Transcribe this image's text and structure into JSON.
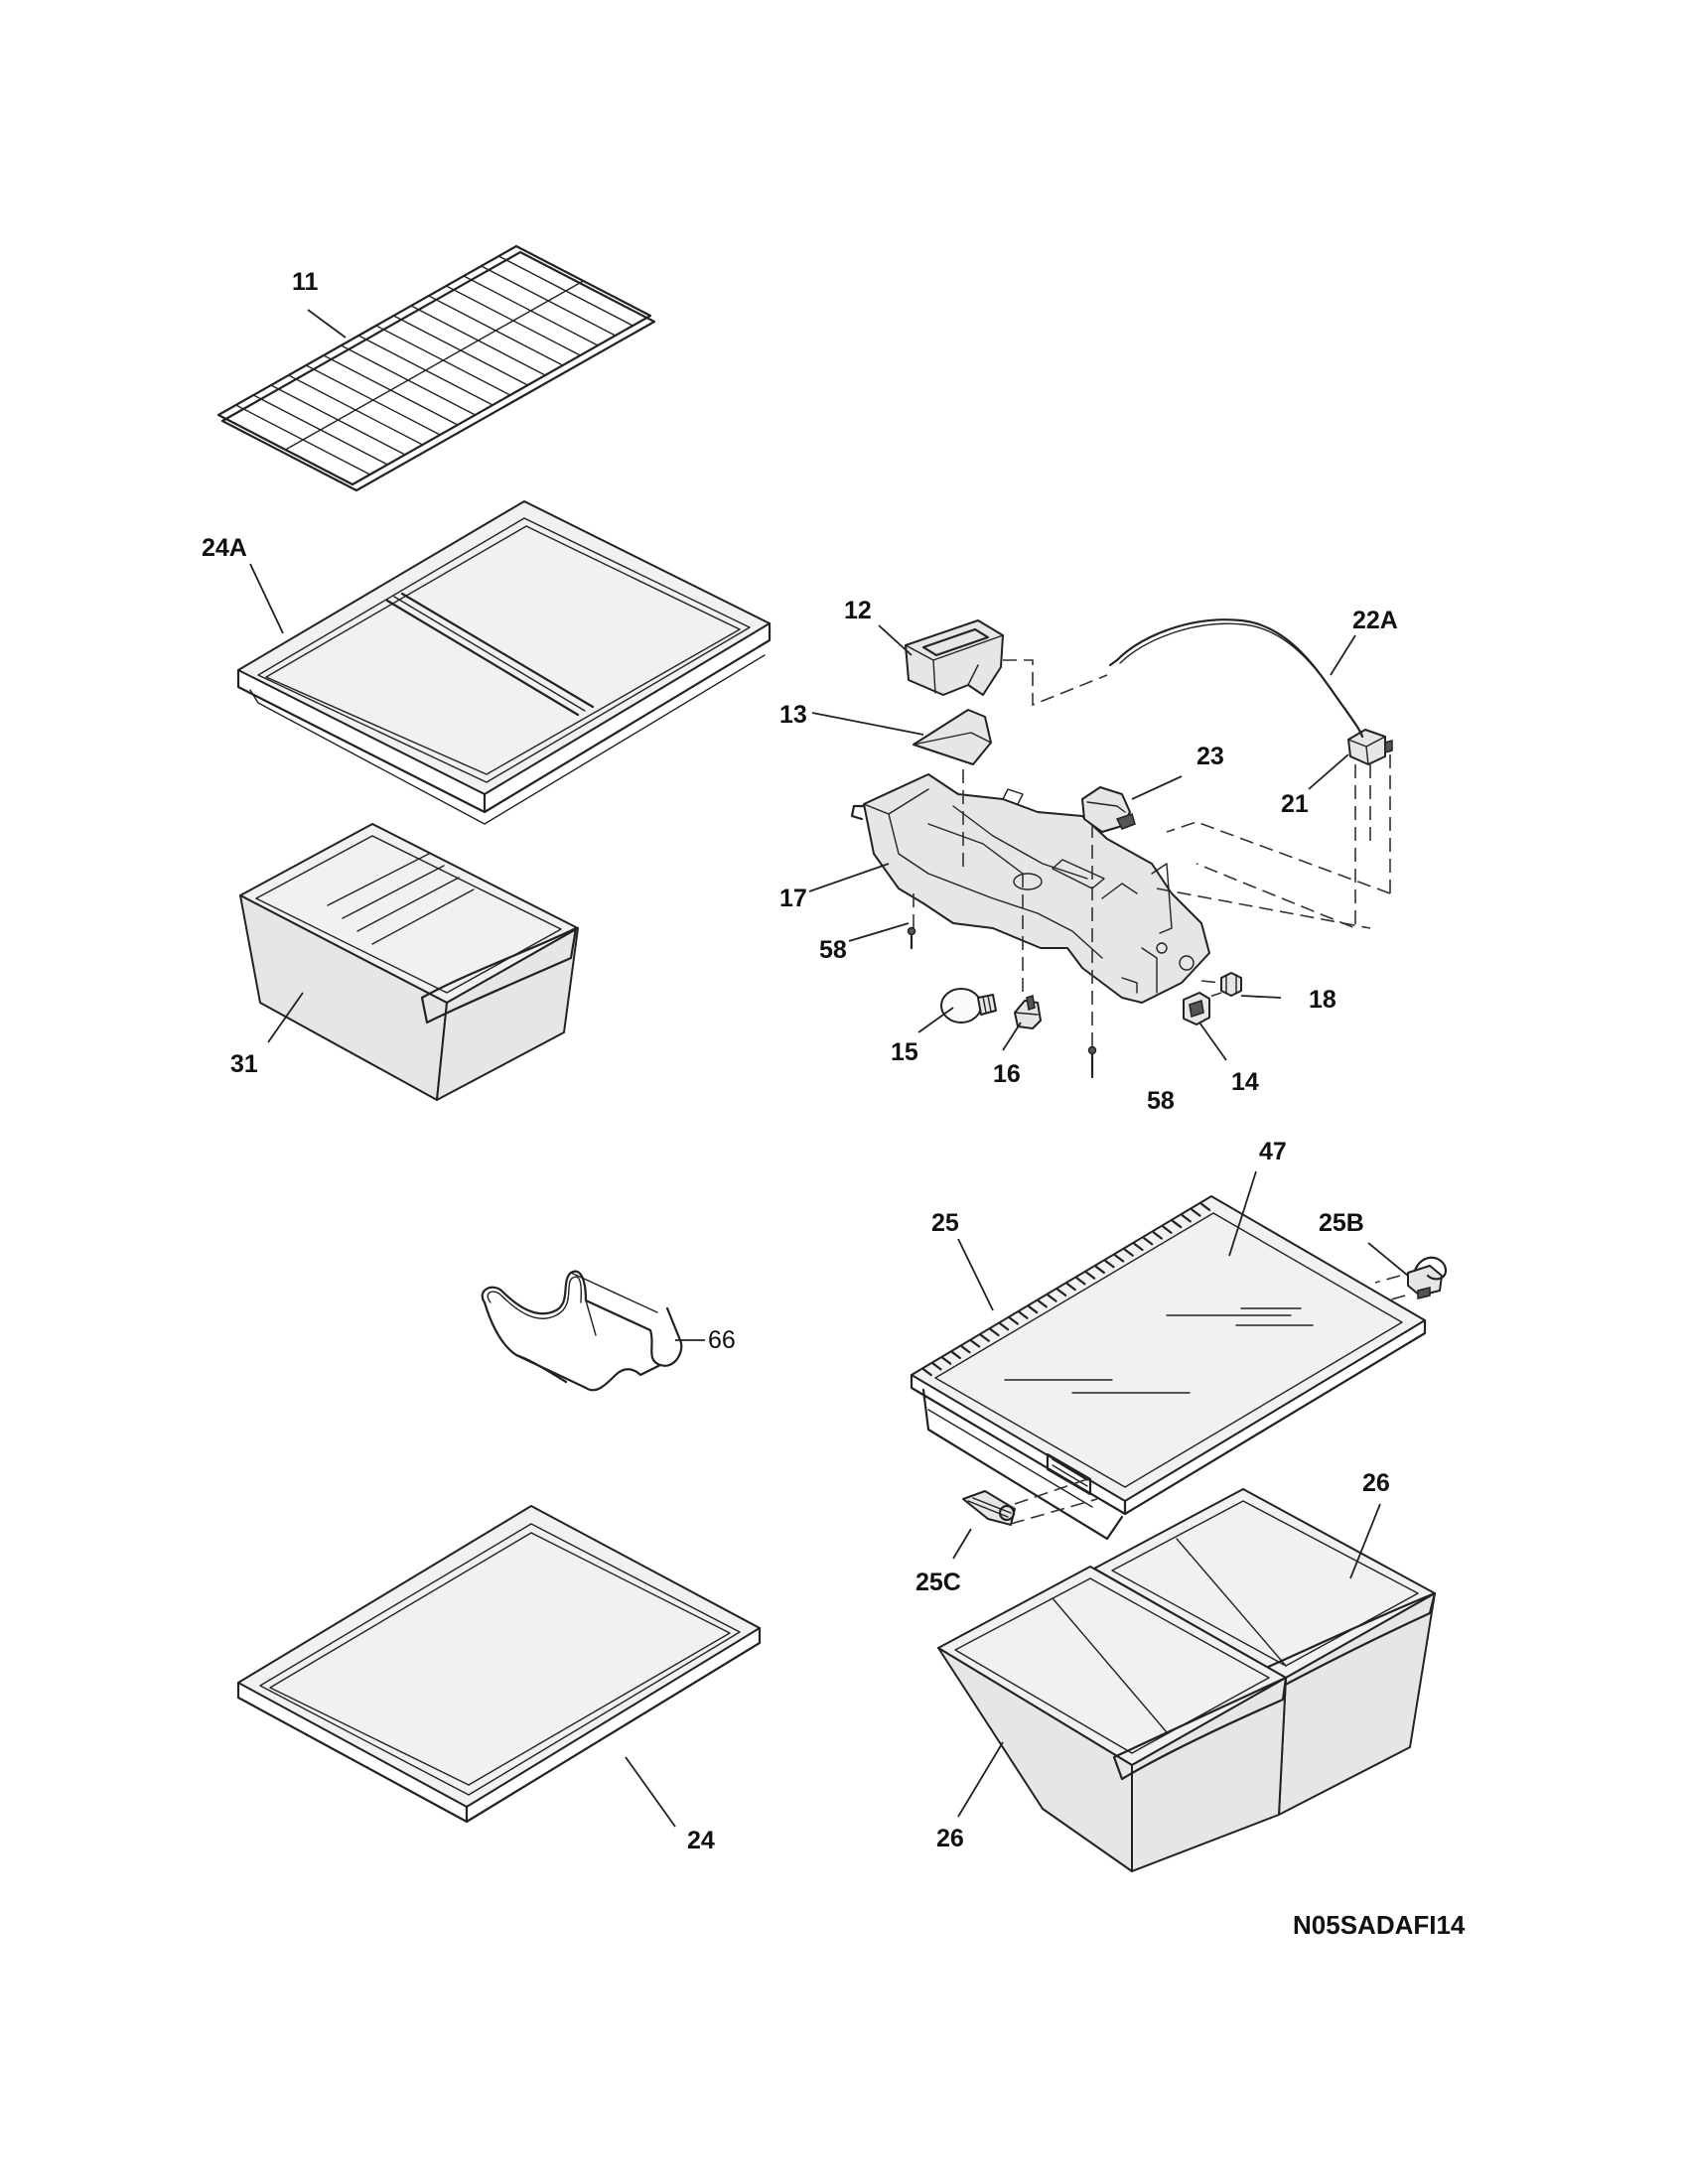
{
  "diagram_code": "N05SADAFI14",
  "labels": {
    "l11": "11",
    "l24A": "24A",
    "l31": "31",
    "l12": "12",
    "l13": "13",
    "l17": "17",
    "l58a": "58",
    "l15": "15",
    "l16": "16",
    "l58b": "58",
    "l14": "14",
    "l18": "18",
    "l21": "21",
    "l22A": "22A",
    "l23": "23",
    "l47": "47",
    "l25": "25",
    "l25B": "25B",
    "l66": "66",
    "l25C": "25C",
    "l26a": "26",
    "l26b": "26",
    "l24": "24"
  }
}
